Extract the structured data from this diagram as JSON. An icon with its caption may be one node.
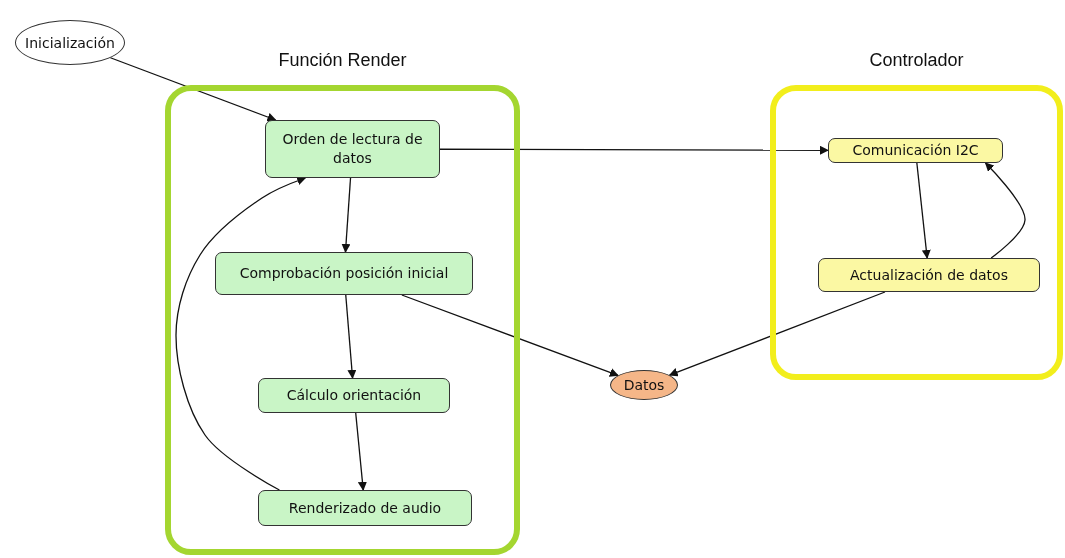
{
  "diagram": {
    "nodes": [
      {
        "text": [
          "Inicialización"
        ]
      },
      {
        "text": [
          "Función Render"
        ]
      },
      {
        "text": [
          "Orden de lectura de datos"
        ],
        "in": 1
      },
      {
        "text": [
          "Comprobación posición inicial"
        ],
        "in": 1
      },
      {
        "text": [
          "Cálculo orientación"
        ],
        "in": 1
      },
      {
        "text": [
          "Renderizado de audio"
        ],
        "in": 1
      },
      {
        "text": [
          "Controlador"
        ]
      },
      {
        "text": [
          "Comunicación I2C"
        ],
        "in": 6
      },
      {
        "text": [
          "Actualización de datos"
        ],
        "in": 6
      },
      {
        "text": [
          "Datos"
        ]
      }
    ],
    "edges": [
      {
        "from": 0,
        "to": 2,
        "arrow": "to"
      },
      {
        "from": 2,
        "to": 3,
        "arrow": "to"
      },
      {
        "from": 3,
        "to": 4,
        "arrow": "to"
      },
      {
        "from": 4,
        "to": 5,
        "arrow": "to"
      },
      {
        "from": 5,
        "to": 2,
        "arrow": "to"
      },
      {
        "from": 2,
        "to": 7,
        "arrow": "to"
      },
      {
        "from": 7,
        "to": 8,
        "arrow": "to"
      },
      {
        "from": 8,
        "to": 7,
        "arrow": "to"
      },
      {
        "from": 3,
        "to": 9,
        "arrow": "to"
      },
      {
        "from": 8,
        "to": 9,
        "arrow": "to"
      }
    ]
  }
}
